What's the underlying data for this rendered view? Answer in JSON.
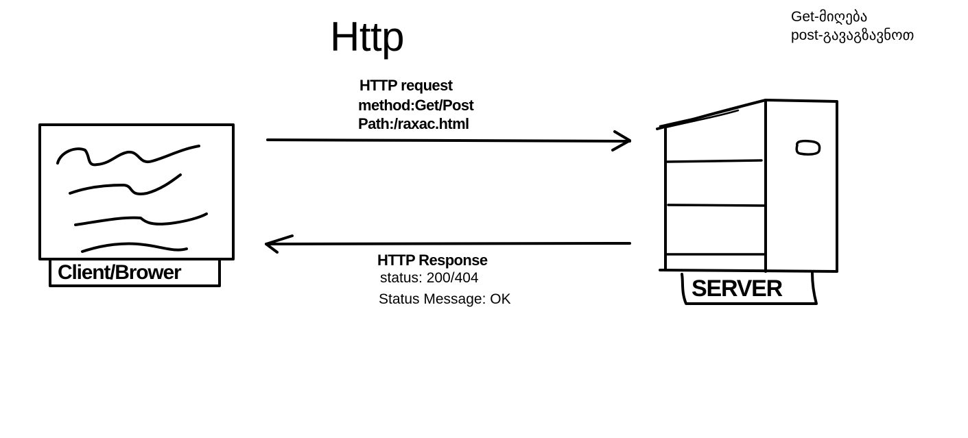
{
  "title": "Http",
  "notes": {
    "get": "Get-მიღება",
    "post": "post-გავაგზავნოთ"
  },
  "request": {
    "title": "HTTP request",
    "method": "method:Get/Post",
    "path": "Path:/raxac.html"
  },
  "response": {
    "title": "HTTP Response",
    "status": "status: 200/404",
    "message": "Status Message: OK"
  },
  "client": {
    "label": "Client/Brower"
  },
  "server": {
    "label": "SERVER"
  }
}
